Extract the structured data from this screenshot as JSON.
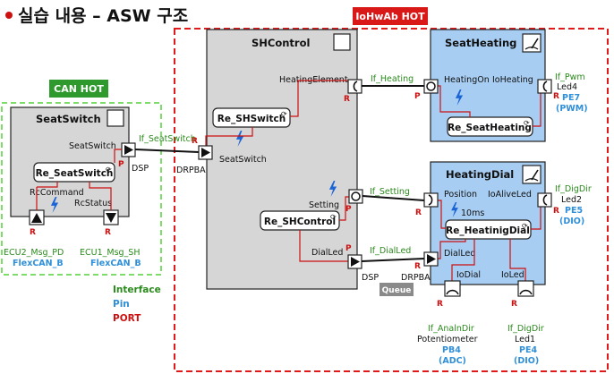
{
  "title": "실습 내용 – ASW 구조",
  "regions": {
    "iohwab_hot": "IoHwAb HOT",
    "can_hot": "CAN HOT"
  },
  "components": {
    "seat_switch": "SeatSwitch",
    "sh_control": "SHControl",
    "seat_heating": "SeatHeating",
    "heating_dial": "HeatingDial"
  },
  "runnables": {
    "seat_switch": "Re_SeatSwitch",
    "sh_switch": "Re_SHSwitch",
    "sh_control": "Re_SHControl",
    "seat_heating": "Re_SeatHeating",
    "heating_dial": "Re_HeatinigDial"
  },
  "ports": {
    "ss_seatswitch": "SeatSwitch",
    "ss_rccommand": "RcCommand",
    "ss_rcstatus": "RcStatus",
    "shc_heating_element": "HeatingElement",
    "shc_seatswitch": "SeatSwitch",
    "shc_setting": "Setting",
    "shc_dialled": "DialLed",
    "sh_heatingon": "HeatingOn",
    "sh_ioheating": "IoHeating",
    "hd_position": "Position",
    "hd_ioaliveled": "IoAliveLed",
    "hd_dialled": "DialLed",
    "hd_iodial": "IoDial",
    "hd_ioled": "IoLed"
  },
  "interfaces": {
    "seatswitch": "If_SeatSwitch",
    "heating": "If_Heating",
    "setting": "If_Setting",
    "dialled": "If_DialLed",
    "pwm": "If_Pwm",
    "digdir_top": "If_DigDir",
    "analindir": "If_AnalnDir",
    "digdir_bottom": "If_DigDir"
  },
  "labels": {
    "dsp": "DSP",
    "drpba": "DRPBA",
    "p": "P",
    "r": "R",
    "timer": "10ms",
    "queue": "Queue"
  },
  "hw": {
    "ecu2": "ECU2_Msg_PD",
    "ecu1": "ECU1_Msg_SH",
    "flexcan": "FlexCAN_B",
    "led4": "Led4",
    "pe7": "PE7",
    "pwm": "(PWM)",
    "led2": "Led2",
    "pe5": "PE5",
    "dio": "(DIO)",
    "potentiometer": "Potentiometer",
    "pb4": "PB4",
    "adc": "(ADC)",
    "led1": "Led1",
    "pe4": "PE4"
  },
  "legend": {
    "interface": "Interface",
    "pin": "Pin",
    "port": "PORT"
  },
  "colors": {
    "red": "#cc1111",
    "green": "#2a8a1c",
    "blue": "#2f8fd8",
    "component_gray": "#d6d6d6",
    "component_blue": "#a7cdf2",
    "can_green": "#3cb43c"
  }
}
